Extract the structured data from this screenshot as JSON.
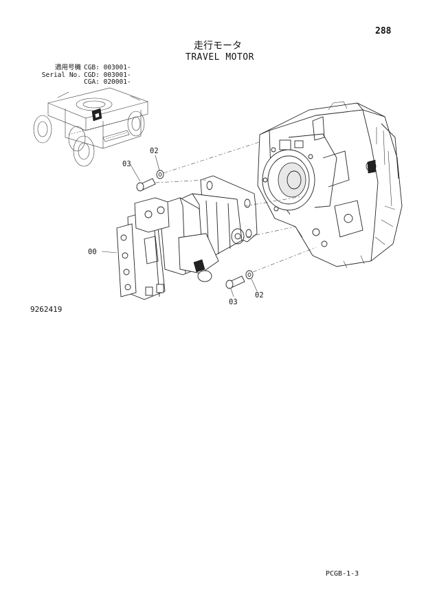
{
  "page": {
    "page_number": "288",
    "title_jp": "走行モータ",
    "title_en": "TRAVEL MOTOR",
    "diagram_number": "9262419",
    "footer_code": "PCGB-1-3"
  },
  "applicability": {
    "rows": [
      {
        "label": "適用号機",
        "code": "CGB: 003001-"
      },
      {
        "label": "Serial No.",
        "code": "CGD: 003001-"
      },
      {
        "label": "",
        "code": "CGA: 020001-"
      }
    ]
  },
  "callouts": [
    {
      "id": "02",
      "text": "02"
    },
    {
      "id": "03",
      "text": "03"
    },
    {
      "id": "00",
      "text": "00"
    },
    {
      "id": "03b",
      "text": "03"
    },
    {
      "id": "02b",
      "text": "02"
    }
  ]
}
